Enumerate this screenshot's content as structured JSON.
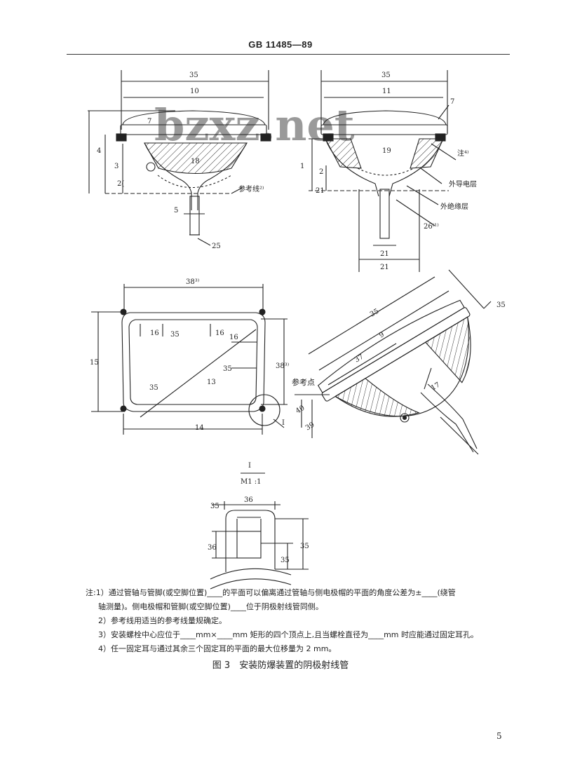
{
  "header": {
    "standard_number": "GB 11485—89"
  },
  "watermark": "bzxz.net",
  "figure": {
    "top_left": {
      "dims": [
        "35",
        "10",
        "7",
        "4",
        "3",
        "2(",
        "18",
        "5",
        "25"
      ],
      "ref_line_label": "参考线²⁾"
    },
    "top_right": {
      "dims": [
        "35",
        "11",
        "7",
        "19",
        "1",
        "2",
        "21",
        "21",
        "21",
        "26⁽¹⁾"
      ],
      "note4_label": "注⁴⁾",
      "outer_layer_label": "外导电层",
      "outer_insulation_label": "外绝缘层"
    },
    "front": {
      "dims": [
        "38³⁾",
        "16",
        "35",
        "16",
        "16",
        "15",
        "38³⁾",
        "35",
        "13",
        "35",
        "14"
      ],
      "detail_mark": "I"
    },
    "side": {
      "dims": [
        "35",
        "35",
        "9",
        "37",
        "17",
        "40",
        "39"
      ],
      "ref_point_label": "参考点"
    },
    "detail": {
      "title": "I",
      "scale": "M1 :1",
      "dims": [
        "35",
        "36",
        "36",
        "35",
        "35"
      ]
    }
  },
  "notes": [
    "注:1）通过管轴与管脚(或空脚位置)____的平面可以偏离通过管轴与侧电极帽的平面的角度公差为±____(绕管",
    "轴测量)。侧电极帽和管脚(或空脚位置)____位于阴极射线管同侧。",
    "2）参考线用适当的参考线量规确定。",
    "3）安装螺栓中心应位于____mm×____mm 矩形的四个顶点上,且当螺栓直径为____mm 时应能通过固定耳孔。",
    "4）任一固定耳与通过其余三个固定耳的平面的最大位移量为 2 mm。"
  ],
  "caption": "图 3　安装防爆装置的阴极射线管",
  "page_number": "5"
}
